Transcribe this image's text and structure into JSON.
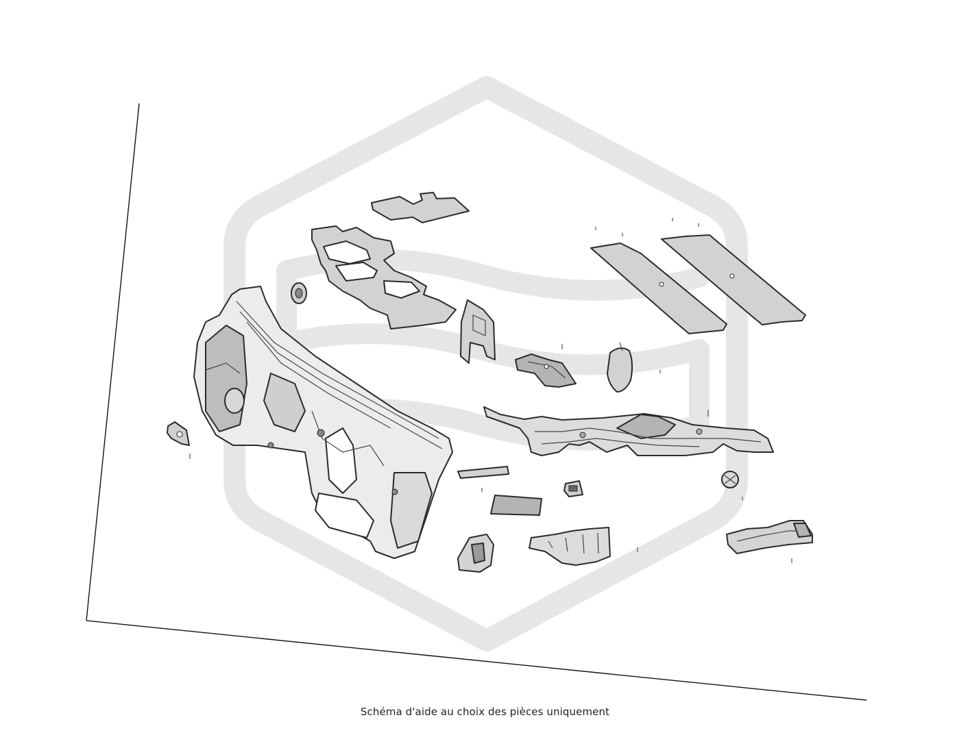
{
  "caption": "Schéma d'aide au choix des pièces uniquement",
  "colors": {
    "background": "#ffffff",
    "watermark": "#e6e6e6",
    "outline": "#2a2a2a",
    "insulation_fill": "#d2d2d2",
    "dark_fill": "#b4b4b4",
    "caption_text": "#222222"
  },
  "watermark_icon": "hexagon-wave-logo",
  "parts": [
    "bulkhead-panel",
    "insulation-mat-top",
    "insulation-mat-upper-left",
    "insulation-strip-left",
    "insulation-strip-right",
    "insulation-pad-small-vertical",
    "bracket-mid",
    "insulation-pad-oval",
    "cross-member-insulation",
    "grommet-left",
    "clip-left",
    "pad-flat-small",
    "pad-flat-medium",
    "clip-center",
    "grommet-right",
    "mount-bracket-bottom",
    "heat-shield-bottom",
    "support-bottom-right"
  ]
}
